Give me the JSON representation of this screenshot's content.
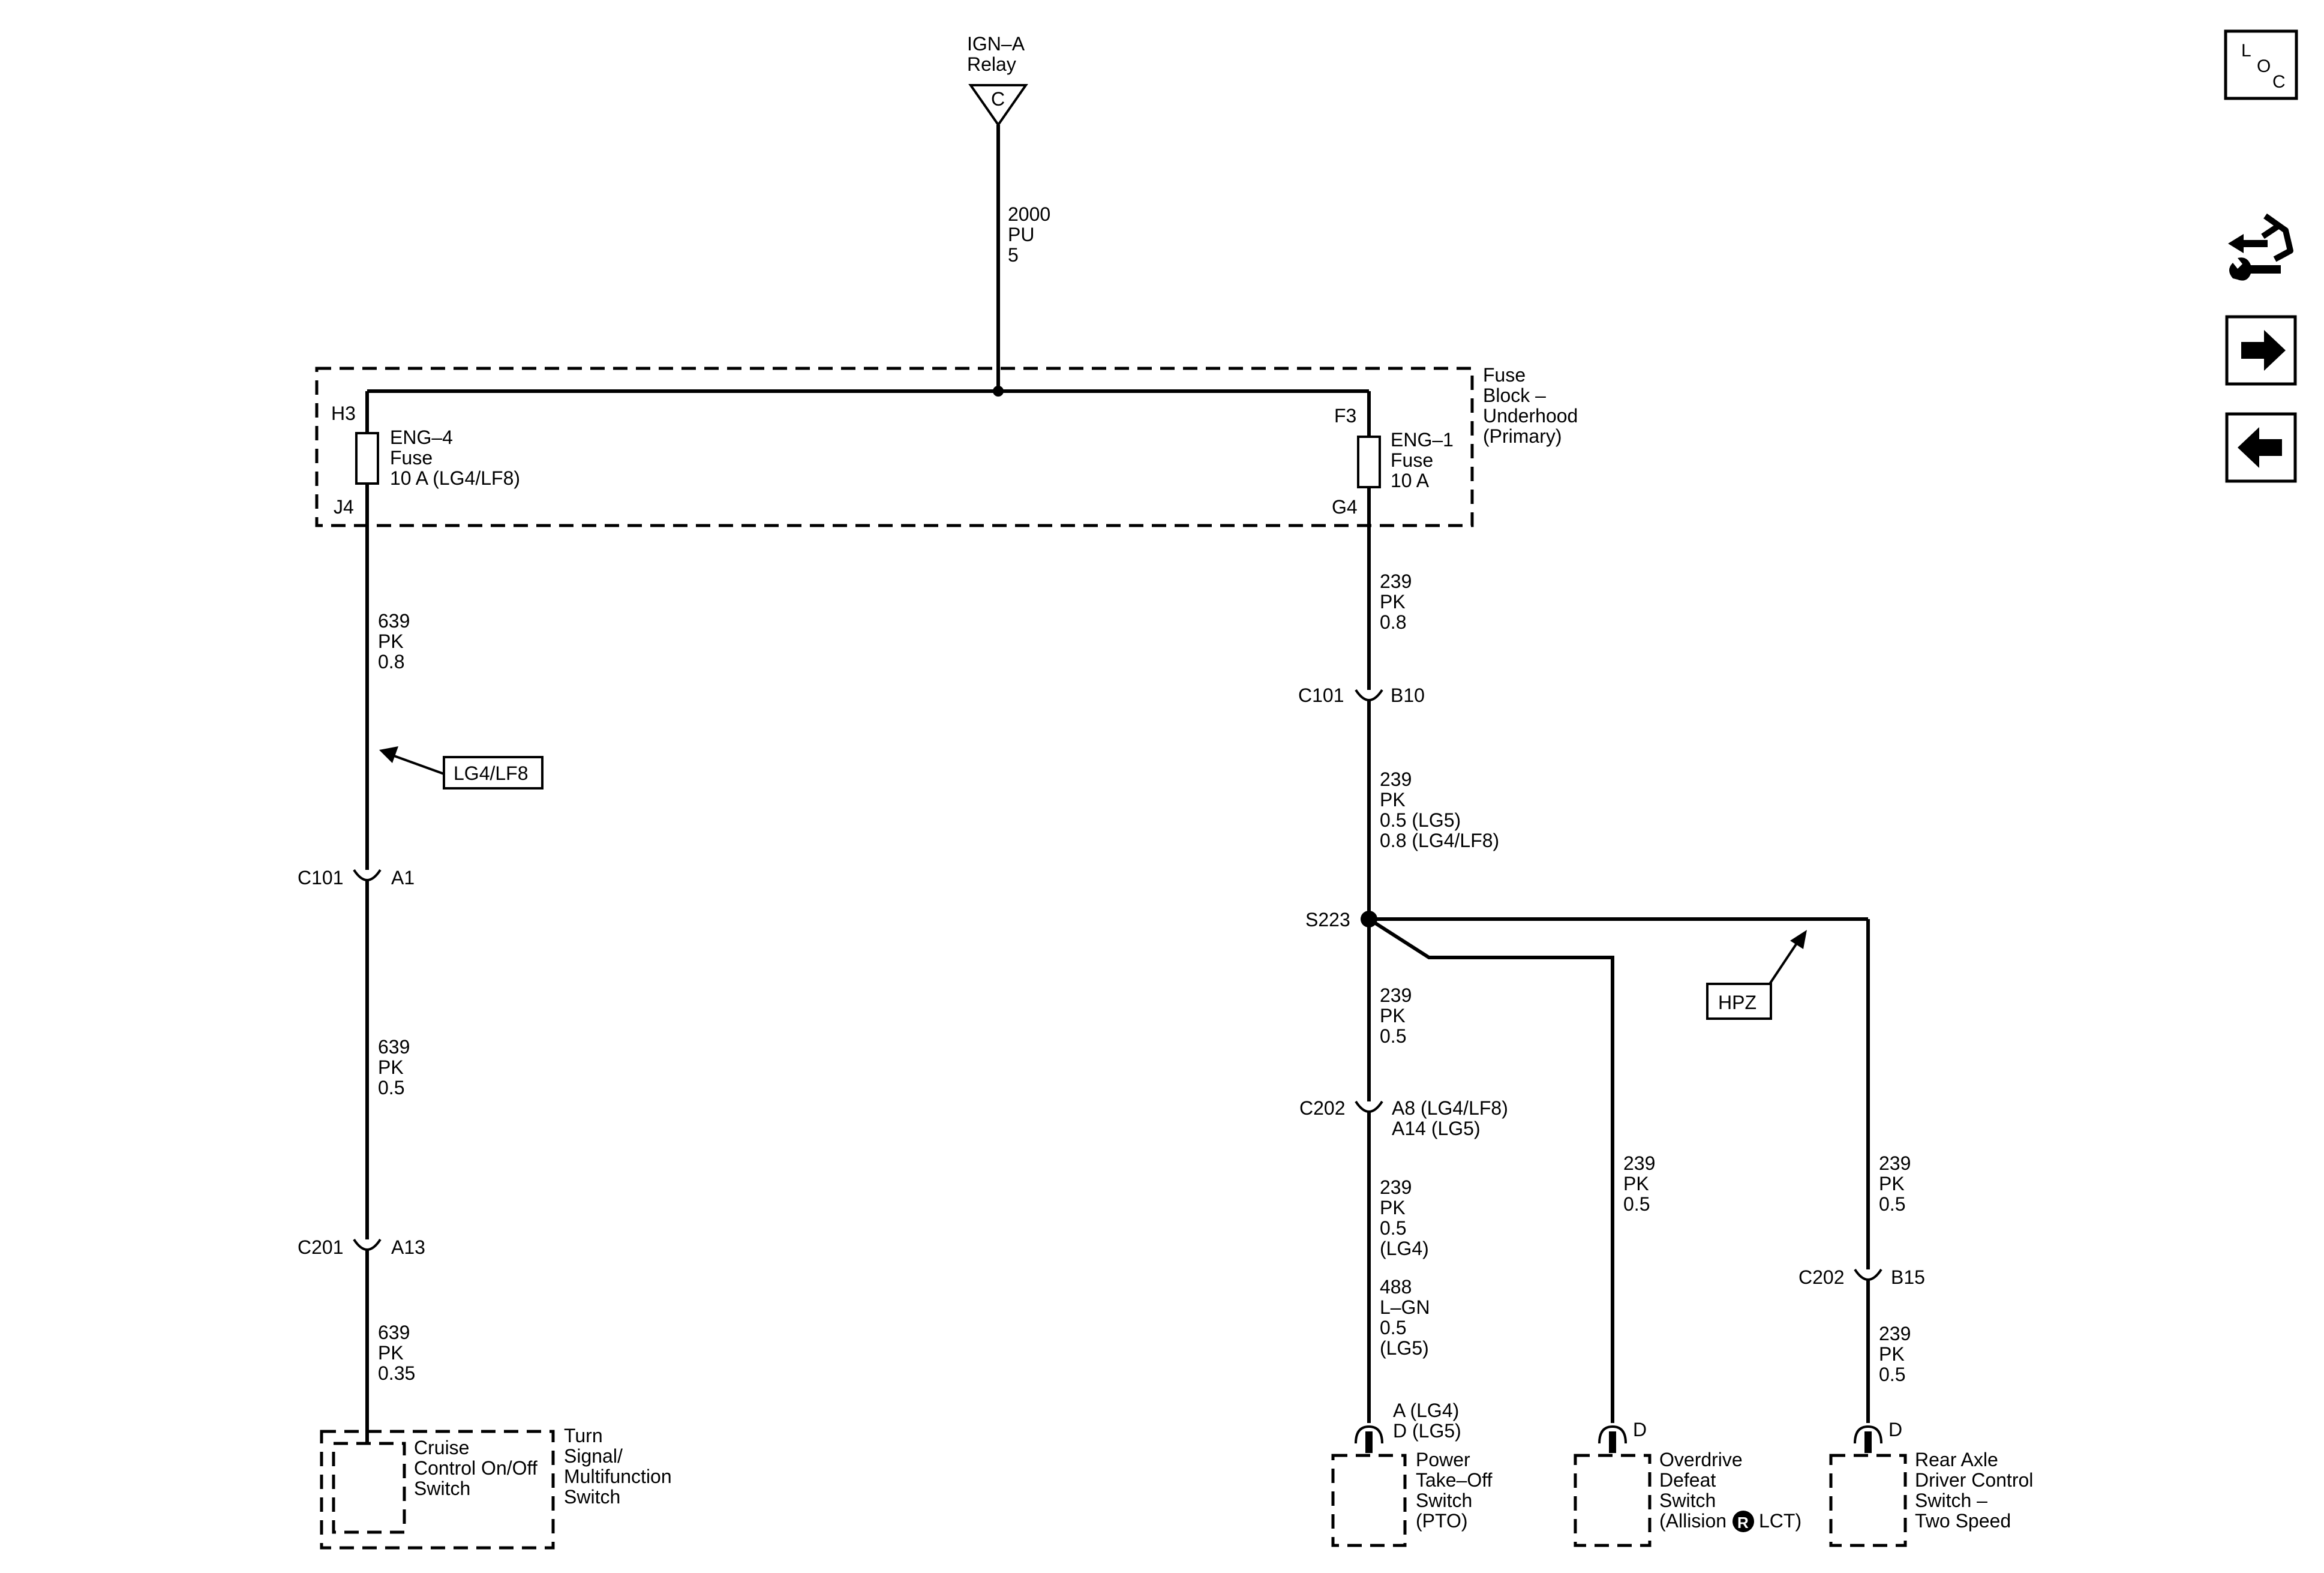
{
  "relay": {
    "label1": "IGN–A",
    "label2": "Relay",
    "pin": "C"
  },
  "feed": {
    "circuit": "2000",
    "color": "PU",
    "size": "5"
  },
  "fuse_block": {
    "l1": "Fuse",
    "l2": "Block –",
    "l3": "Underhood",
    "l4": "(Primary)"
  },
  "fuse_left": {
    "top_pin": "H3",
    "bottom_pin": "J4",
    "l1": "ENG–4",
    "l2": "Fuse",
    "l3": "10 A (LG4/LF8)"
  },
  "fuse_right": {
    "top_pin": "F3",
    "bottom_pin": "G4",
    "l1": "ENG–1",
    "l2": "Fuse",
    "l3": "10 A"
  },
  "left_branch": {
    "w1": {
      "a": "639",
      "b": "PK",
      "c": "0.8"
    },
    "option_box": "LG4/LF8",
    "conn1": {
      "name": "C101",
      "pin": "A1"
    },
    "w2": {
      "a": "639",
      "b": "PK",
      "c": "0.5"
    },
    "conn2": {
      "name": "C201",
      "pin": "A13"
    },
    "w3": {
      "a": "639",
      "b": "PK",
      "c": "0.35"
    },
    "inner": {
      "l1": "Cruise",
      "l2": "Control On/Off",
      "l3": "Switch"
    },
    "outer": {
      "l1": "Turn",
      "l2": "Signal/",
      "l3": "Multifunction",
      "l4": "Switch"
    }
  },
  "right_branch": {
    "w1": {
      "a": "239",
      "b": "PK",
      "c": "0.8"
    },
    "conn1": {
      "name": "C101",
      "pin": "B10"
    },
    "w2": {
      "a": "239",
      "b": "PK",
      "c": "0.5 (LG5)",
      "d": "0.8 (LG4/LF8)"
    },
    "splice": "S223",
    "w3": {
      "a": "239",
      "b": "PK",
      "c": "0.5"
    },
    "conn2": {
      "name": "C202",
      "pin1": "A8 (LG4/LF8)",
      "pin2": "A14 (LG5)"
    },
    "w4": {
      "a": "239",
      "b": "PK",
      "c": "0.5",
      "d": "(LG4)"
    },
    "w5": {
      "a": "488",
      "b": "L–GN",
      "c": "0.5",
      "d": "(LG5)"
    },
    "pto_pin": {
      "p1": "A (LG4)",
      "p2": "D (LG5)"
    },
    "pto": {
      "l1": "Power",
      "l2": "Take–Off",
      "l3": "Switch",
      "l4": "(PTO)"
    },
    "hpz_box": "HPZ",
    "overdrive_wire": {
      "a": "239",
      "b": "PK",
      "c": "0.5"
    },
    "overdrive_pin": "D",
    "overdrive": {
      "l1": "Overdrive",
      "l2": "Defeat",
      "l3": "Switch",
      "l4a": "(Allision",
      "reg": "R",
      "l4b": "LCT)"
    },
    "rear_wire1": {
      "a": "239",
      "b": "PK",
      "c": "0.5"
    },
    "rear_conn": {
      "name": "C202",
      "pin": "B15"
    },
    "rear_wire2": {
      "a": "239",
      "b": "PK",
      "c": "0.5"
    },
    "rear_pin": "D",
    "rear": {
      "l1": "Rear Axle",
      "l2": "Driver Control",
      "l3": "Switch –",
      "l4": "Two Speed"
    }
  },
  "nav": {
    "loc": {
      "l": "L",
      "o": "O",
      "c": "C"
    },
    "icons": [
      "diagnostic-tool-icon",
      "next-page-arrow-icon",
      "previous-page-arrow-icon"
    ]
  }
}
